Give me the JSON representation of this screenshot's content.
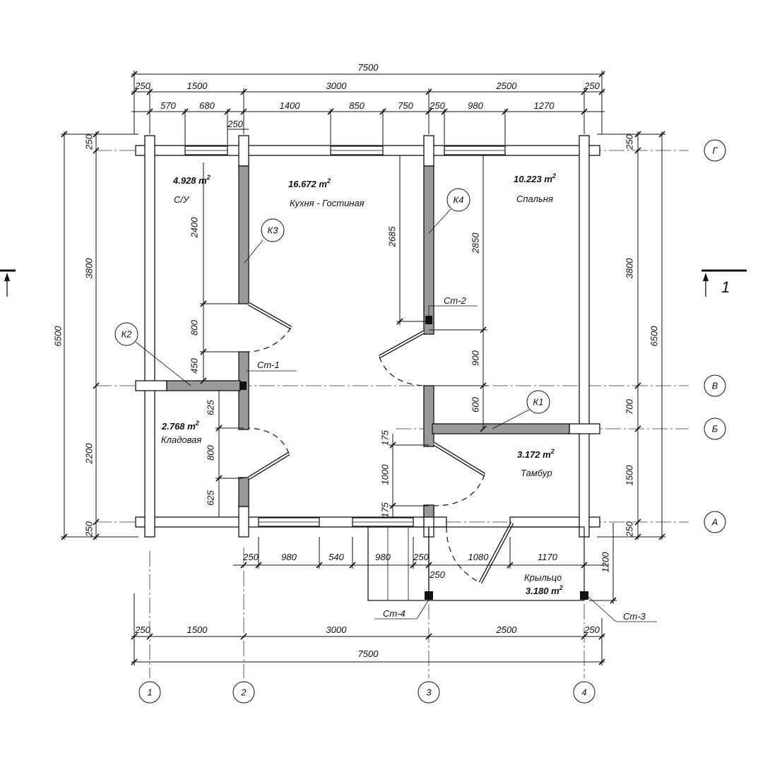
{
  "axes_letters": [
    "Г",
    "В",
    "Б",
    "А"
  ],
  "axes_numbers": [
    "1",
    "2",
    "3",
    "4"
  ],
  "dims": {
    "top_total": "7500",
    "top_row1": [
      "250",
      "1500",
      "3000",
      "2500",
      "250"
    ],
    "top_row2": [
      "570",
      "680",
      "1400",
      "850",
      "750",
      "250",
      "980",
      "1270"
    ],
    "top_small": "250",
    "bottom_row1": [
      "250",
      "1500",
      "3000",
      "2500",
      "250"
    ],
    "bottom_total": "7500",
    "bottom_inner": [
      "250",
      "980",
      "540",
      "980",
      "250",
      "250",
      "1080",
      "1170"
    ],
    "left_total": "6500",
    "left_row": [
      "250",
      "3800",
      "2200",
      "250"
    ],
    "left_inner_top": [
      "2400",
      "800",
      "450"
    ],
    "left_inner_bottom": [
      "625",
      "800",
      "625"
    ],
    "mid_left": [
      "2685",
      "175",
      "1000",
      "175"
    ],
    "mid_right": [
      "2850",
      "900",
      "600"
    ],
    "right_total": "6500",
    "right_row": [
      "250",
      "3800",
      "700",
      "1500",
      "250"
    ],
    "porch_depth": "1200"
  },
  "rooms": {
    "bath": {
      "area": "4.928 m",
      "name": "С/У"
    },
    "kitchen": {
      "area": "16.672 m",
      "name": "Кухня - Гостиная"
    },
    "bedroom": {
      "area": "10.223 m",
      "name": "Спальня"
    },
    "storage": {
      "area": "2.768 m",
      "name": "Кладовая"
    },
    "vestibule": {
      "area": "3.172 m",
      "name": "Тамбур"
    },
    "porch": {
      "area": "3.180 m",
      "name": "Крыльцо"
    }
  },
  "area_sup": "2",
  "tags": {
    "k1": "К1",
    "k2": "К2",
    "k3": "К3",
    "k4": "К4"
  },
  "columns": {
    "st1": "Ст-1",
    "st2": "Ст-2",
    "st3": "Ст-3",
    "st4": "Ст-4"
  },
  "section_mark": "1"
}
